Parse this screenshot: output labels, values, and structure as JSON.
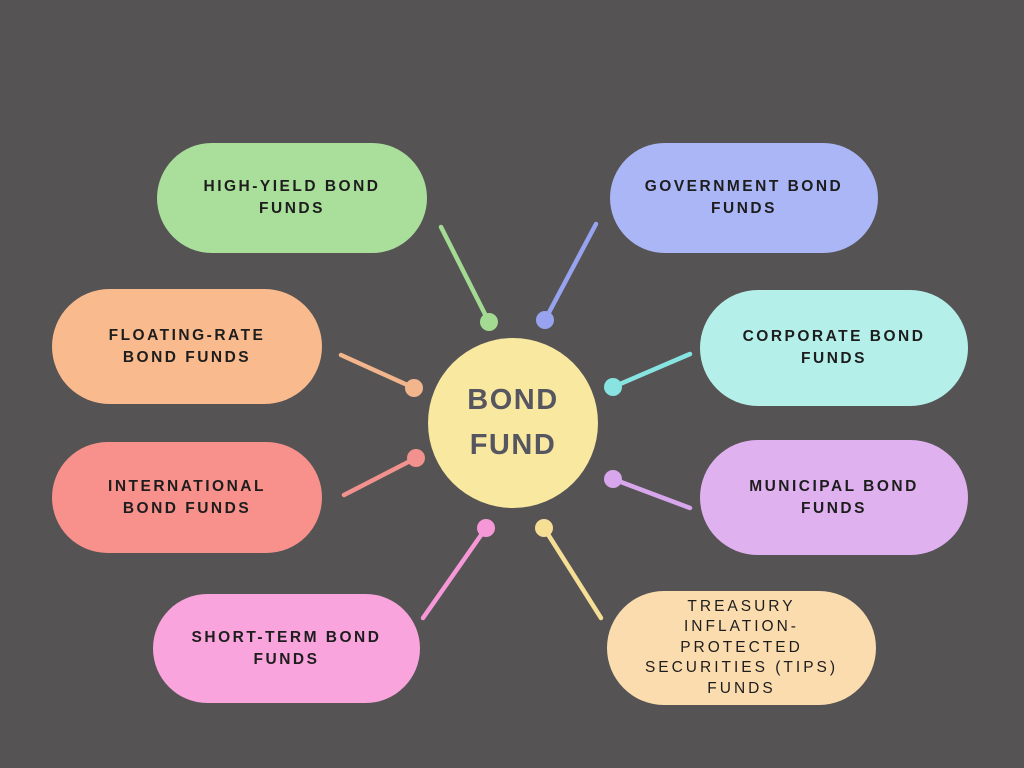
{
  "canvas": {
    "background": "#555354"
  },
  "center": {
    "label": "BOND\nFUND",
    "fill": "#F9E8A0",
    "text_color": "#565661"
  },
  "label_text_color": "#1D1D1D",
  "nodes": [
    {
      "id": "high-yield-bond-funds",
      "label": "HIGH-YIELD BOND\nFUNDS",
      "fill": "#A9DF9B",
      "connector": "#A3DB93"
    },
    {
      "id": "government-bond-funds",
      "label": "GOVERNMENT BOND\nFUNDS",
      "fill": "#ABB6F6",
      "connector": "#97A3EF"
    },
    {
      "id": "floating-rate-bond-funds",
      "label": "FLOATING-RATE\nBOND FUNDS",
      "fill": "#F9BA8E",
      "connector": "#F3B58C"
    },
    {
      "id": "corporate-bond-funds",
      "label": "CORPORATE BOND\nFUNDS",
      "fill": "#B4F0E9",
      "connector": "#88E4E0"
    },
    {
      "id": "international-bond-funds",
      "label": "INTERNATIONAL\nBOND FUNDS",
      "fill": "#F8918C",
      "connector": "#F1928E"
    },
    {
      "id": "municipal-bond-funds",
      "label": "MUNICIPAL BOND\nFUNDS",
      "fill": "#DFB1EE",
      "connector": "#D8A6EC"
    },
    {
      "id": "short-term-bond-funds",
      "label": "SHORT-TERM BOND\nFUNDS",
      "fill": "#F9A4DD",
      "connector": "#F698D8"
    },
    {
      "id": "tips-funds",
      "label": "TREASURY\nINFLATION-\nPROTECTED\nSECURITIES (TIPS)\nFUNDS",
      "fill": "#FBDCAE",
      "connector": "#F6DF94"
    }
  ]
}
